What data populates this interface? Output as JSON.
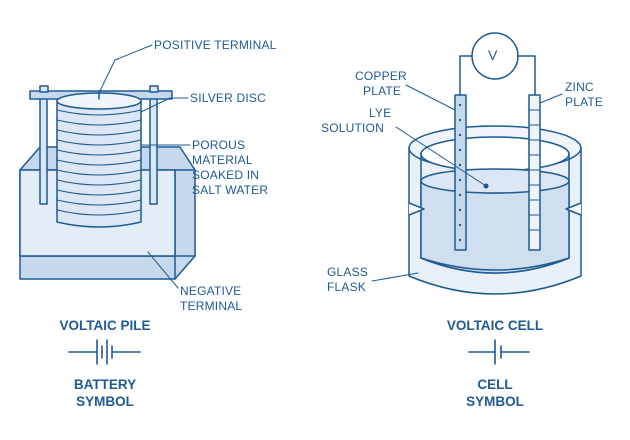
{
  "colors": {
    "ink": "#1f5a93",
    "fill": "#dbe7f4",
    "fill_light": "#eef4fa",
    "fill_dark": "#a9c0da"
  },
  "labels": {
    "positive_terminal": "POSITIVE TERMINAL",
    "silver_disc": "SILVER DISC",
    "porous": [
      "POROUS",
      "MATERIAL",
      "SOAKED IN",
      "SALT WATER"
    ],
    "negative_terminal": [
      "NEGATIVE",
      "TERMINAL"
    ],
    "copper_plate": [
      "COPPER",
      "PLATE"
    ],
    "lye_solution": [
      "LYE",
      "SOLUTION"
    ],
    "zinc_plate": [
      "ZINC",
      "PLATE"
    ],
    "glass_flask": [
      "GLASS",
      "FLASK"
    ],
    "voltmeter": "V"
  },
  "captions": {
    "voltaic_pile": "VOLTAIC PILE",
    "battery_symbol": [
      "BATTERY",
      "SYMBOL"
    ],
    "voltaic_cell": "VOLTAIC CELL",
    "cell_symbol": [
      "CELL",
      "SYMBOL"
    ]
  }
}
